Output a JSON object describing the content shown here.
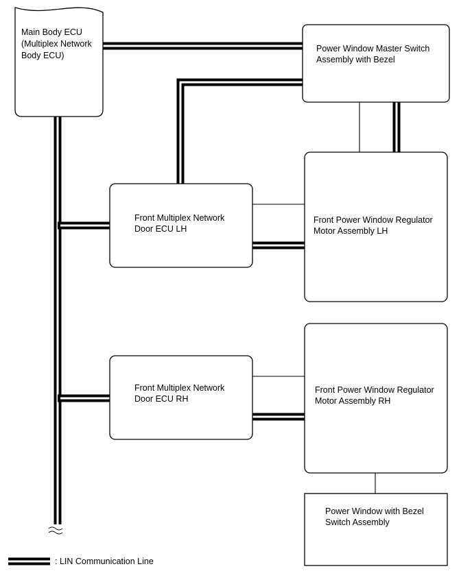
{
  "components": {
    "main_body_ecu": {
      "line1": "Main Body ECU",
      "line2": "(Multiplex Network",
      "line3": "Body ECU)"
    },
    "master_switch": {
      "line1": "Power Window Master Switch",
      "line2": "Assembly with Bezel"
    },
    "door_ecu_lh": {
      "line1": "Front Multiplex Network",
      "line2": "Door ECU LH"
    },
    "motor_lh": {
      "line1": "Front Power Window Regulator",
      "line2": "Motor Assembly LH"
    },
    "door_ecu_rh": {
      "line1": "Front Multiplex Network",
      "line2": "Door ECU RH"
    },
    "motor_rh": {
      "line1": "Front Power Window Regulator",
      "line2": "Motor Assembly RH"
    },
    "switch_assembly": {
      "line1": "Power Window with Bezel",
      "line2": "Switch Assembly"
    }
  },
  "legend": {
    "label": ": LIN Communication Line"
  }
}
